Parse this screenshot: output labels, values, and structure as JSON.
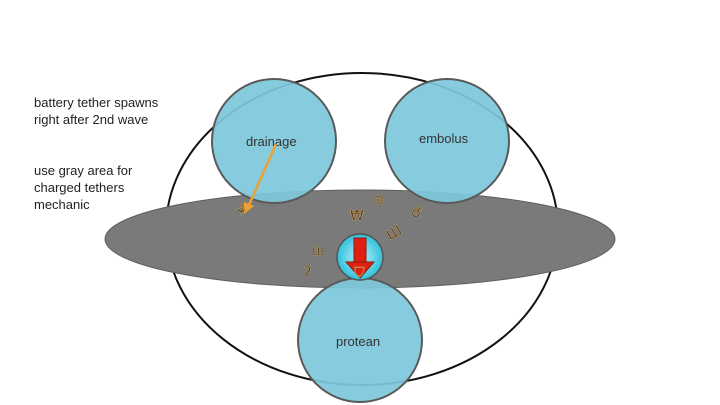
{
  "notes": {
    "tether_spawn": "battery tether spawns right after 2nd wave",
    "gray_area": "use gray area for charged tethers mechanic"
  },
  "circles": {
    "drainage": "drainage",
    "embolus": "embolus",
    "protean": "protean"
  },
  "colors": {
    "circle_fill": "#7ec8dc",
    "circle_stroke": "#5a5a5a",
    "gray_band": "#7a7a7a",
    "arrow_orange": "#f0a030",
    "boss_arrow_red": "#e02010",
    "boss_ring": "#3ec8e0"
  },
  "markers": [
    {
      "name": "drainage-marker",
      "glyph": "⚘"
    },
    {
      "name": "marker-a",
      "glyph": "₩"
    },
    {
      "name": "marker-b",
      "glyph": "ᘓ"
    },
    {
      "name": "marker-c",
      "glyph": "Ш"
    },
    {
      "name": "marker-d",
      "glyph": "♁"
    },
    {
      "name": "marker-e",
      "glyph": "ш"
    },
    {
      "name": "marker-f",
      "glyph": "ʔ"
    },
    {
      "name": "boss-marker",
      "glyph": "⛉"
    }
  ]
}
